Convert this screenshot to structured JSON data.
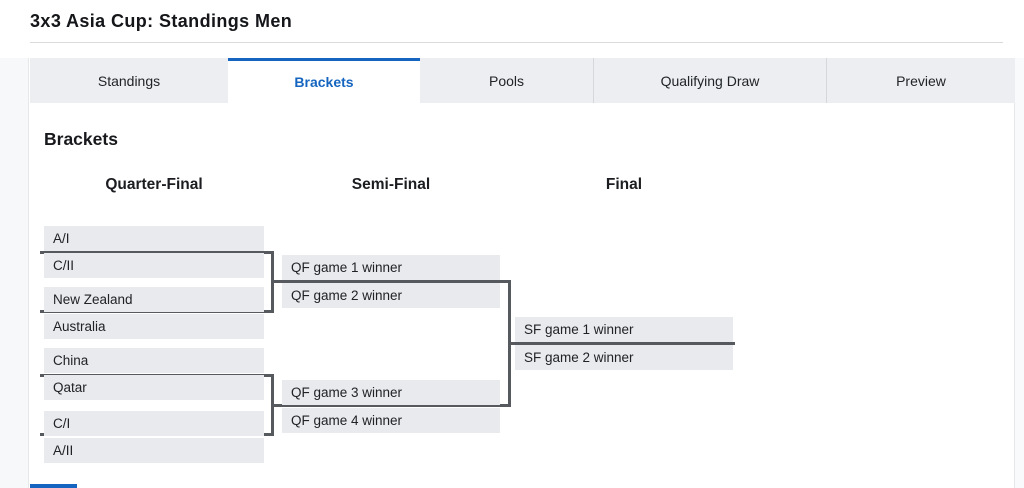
{
  "page": {
    "title": "3x3 Asia Cup: Standings Men"
  },
  "tabs": [
    {
      "label": "Standings",
      "active": false
    },
    {
      "label": "Brackets",
      "active": true
    },
    {
      "label": "Pools",
      "active": false
    },
    {
      "label": "Qualifying Draw",
      "active": false
    },
    {
      "label": "Preview",
      "active": false
    }
  ],
  "brackets": {
    "heading": "Brackets",
    "columns": {
      "quarter_final": "Quarter-Final",
      "semi_final": "Semi-Final",
      "final": "Final"
    },
    "quarter_final_teams": [
      "A/I",
      "C/II",
      "New Zealand",
      "Australia",
      "China",
      "Qatar",
      "C/I",
      "A/II"
    ],
    "semi_final_slots": [
      "QF game 1 winner",
      "QF game 2 winner",
      "QF game 3 winner",
      "QF game 4 winner"
    ],
    "final_slots": [
      "SF game 1 winner",
      "SF game 2 winner"
    ]
  },
  "colors": {
    "accent_blue": "#1565c0",
    "slot_background": "#e8eaed",
    "connector_line": "#56595d",
    "inactive_tab_background": "#eceef1"
  }
}
